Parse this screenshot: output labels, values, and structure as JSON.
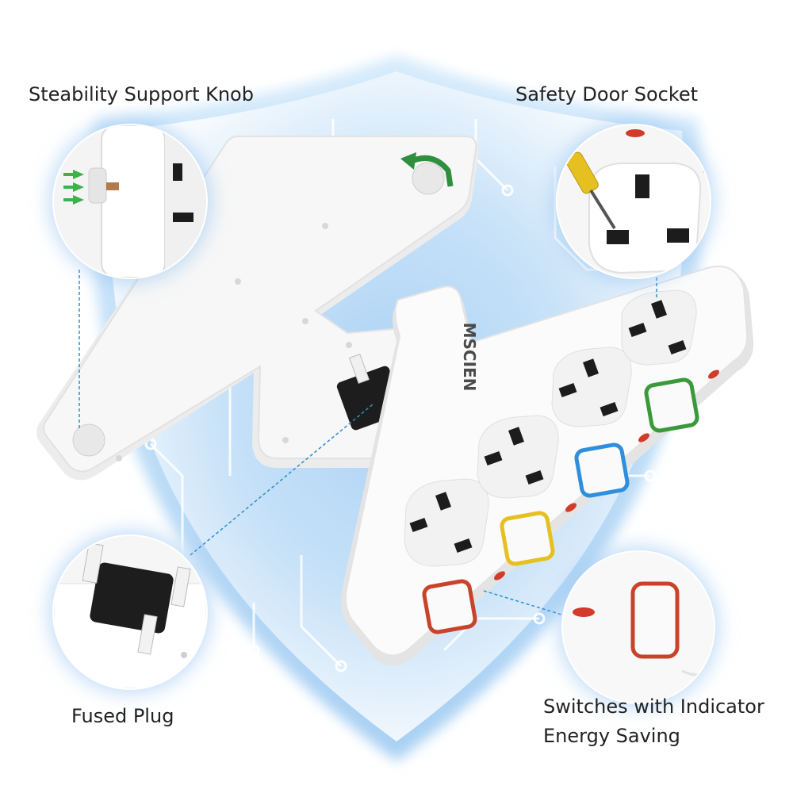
{
  "callouts": {
    "support_knob": "Steability Support Knob",
    "door_socket": "Safety Door Socket",
    "fused_plug": "Fused Plug",
    "switches_line1": "Switches with Indicator",
    "switches_line2": "Energy Saving"
  },
  "product": {
    "brand": "MSCIEN",
    "socket_count": 4,
    "switch_colors": [
      "#c8432a",
      "#e6c020",
      "#2f8fdc",
      "#3a9a3a"
    ],
    "indicator_color": "#d23a2a"
  },
  "colors": {
    "background_glow": "#cfe6fb",
    "circuit_line": "#ffffff",
    "body": "#f5f5f5"
  }
}
